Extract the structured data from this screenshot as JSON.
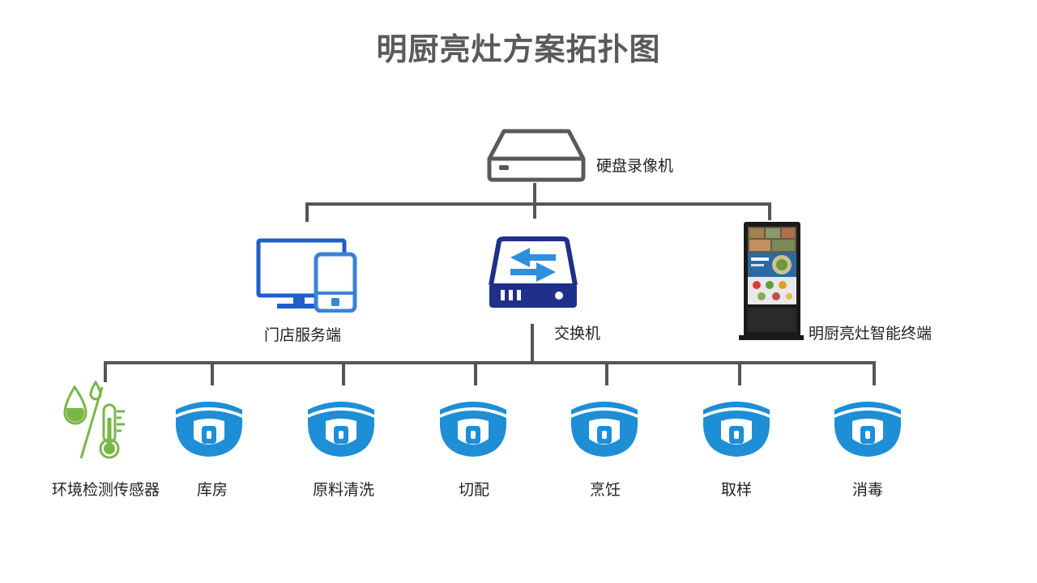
{
  "title": "明厨亮灶方案拓扑图",
  "nodes": {
    "dvr": {
      "label": "硬盘录像机",
      "icon": "hard-disk-recorder-icon"
    },
    "store_server": {
      "label": "门店服务端",
      "icon": "monitor-and-phone-icon"
    },
    "switch": {
      "label": "交换机",
      "icon": "network-switch-icon"
    },
    "kiosk": {
      "label": "明厨亮灶智能终端",
      "icon": "kiosk-terminal-icon"
    }
  },
  "endpoints": [
    {
      "label": "环境检测传感器",
      "icon": "environment-sensor-icon"
    },
    {
      "label": "库房",
      "icon": "dome-camera-icon"
    },
    {
      "label": "原料清洗",
      "icon": "dome-camera-icon"
    },
    {
      "label": "切配",
      "icon": "dome-camera-icon"
    },
    {
      "label": "烹饪",
      "icon": "dome-camera-icon"
    },
    {
      "label": "取样",
      "icon": "dome-camera-icon"
    },
    {
      "label": "消毒",
      "icon": "dome-camera-icon"
    }
  ],
  "colors": {
    "line": "#555555",
    "dvr": "#595959",
    "monitor": "#1f5fc8",
    "phone": "#3b82d9",
    "switch": "#1f2f8a",
    "camera": "#1e8ed6",
    "sensor": "#7ab648",
    "title": "#5a5a5a"
  }
}
